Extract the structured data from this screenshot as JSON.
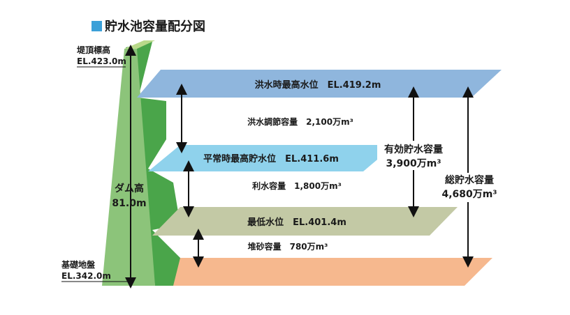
{
  "title": "貯水池容量配分図",
  "colors": {
    "title_marker": "#3ba0d8",
    "dam_front": "#8cc47a",
    "dam_side": "#4aa54a",
    "dam_top": "#b9d98a",
    "flood_level": "#8fb6dd",
    "normal_level": "#8fd2ec",
    "min_level": "#c3c9a5",
    "foundation": "#f6b88e",
    "arrow": "#111111"
  },
  "dam": {
    "crest_label": "堤頂標高",
    "crest_el": "EL.423.0m",
    "foundation_label": "基礎地盤",
    "foundation_el": "EL.342.0m",
    "height_label": "ダム高",
    "height_value": "81.0m"
  },
  "levels": {
    "flood": "洪水時最高水位　EL.419.2m",
    "normal": "平常時最高貯水位　EL.411.6m",
    "minimum": "最低水位　EL.401.4m"
  },
  "capacities": {
    "flood_control": "洪水調節容量　2,100万m³",
    "water_use": "利水容量　1,800万m³",
    "sediment": "堆砂容量　780万m³"
  },
  "effective": {
    "label": "有効貯水容量",
    "value": "3,900万m³"
  },
  "total": {
    "label": "総貯水容量",
    "value": "4,680万m³"
  }
}
